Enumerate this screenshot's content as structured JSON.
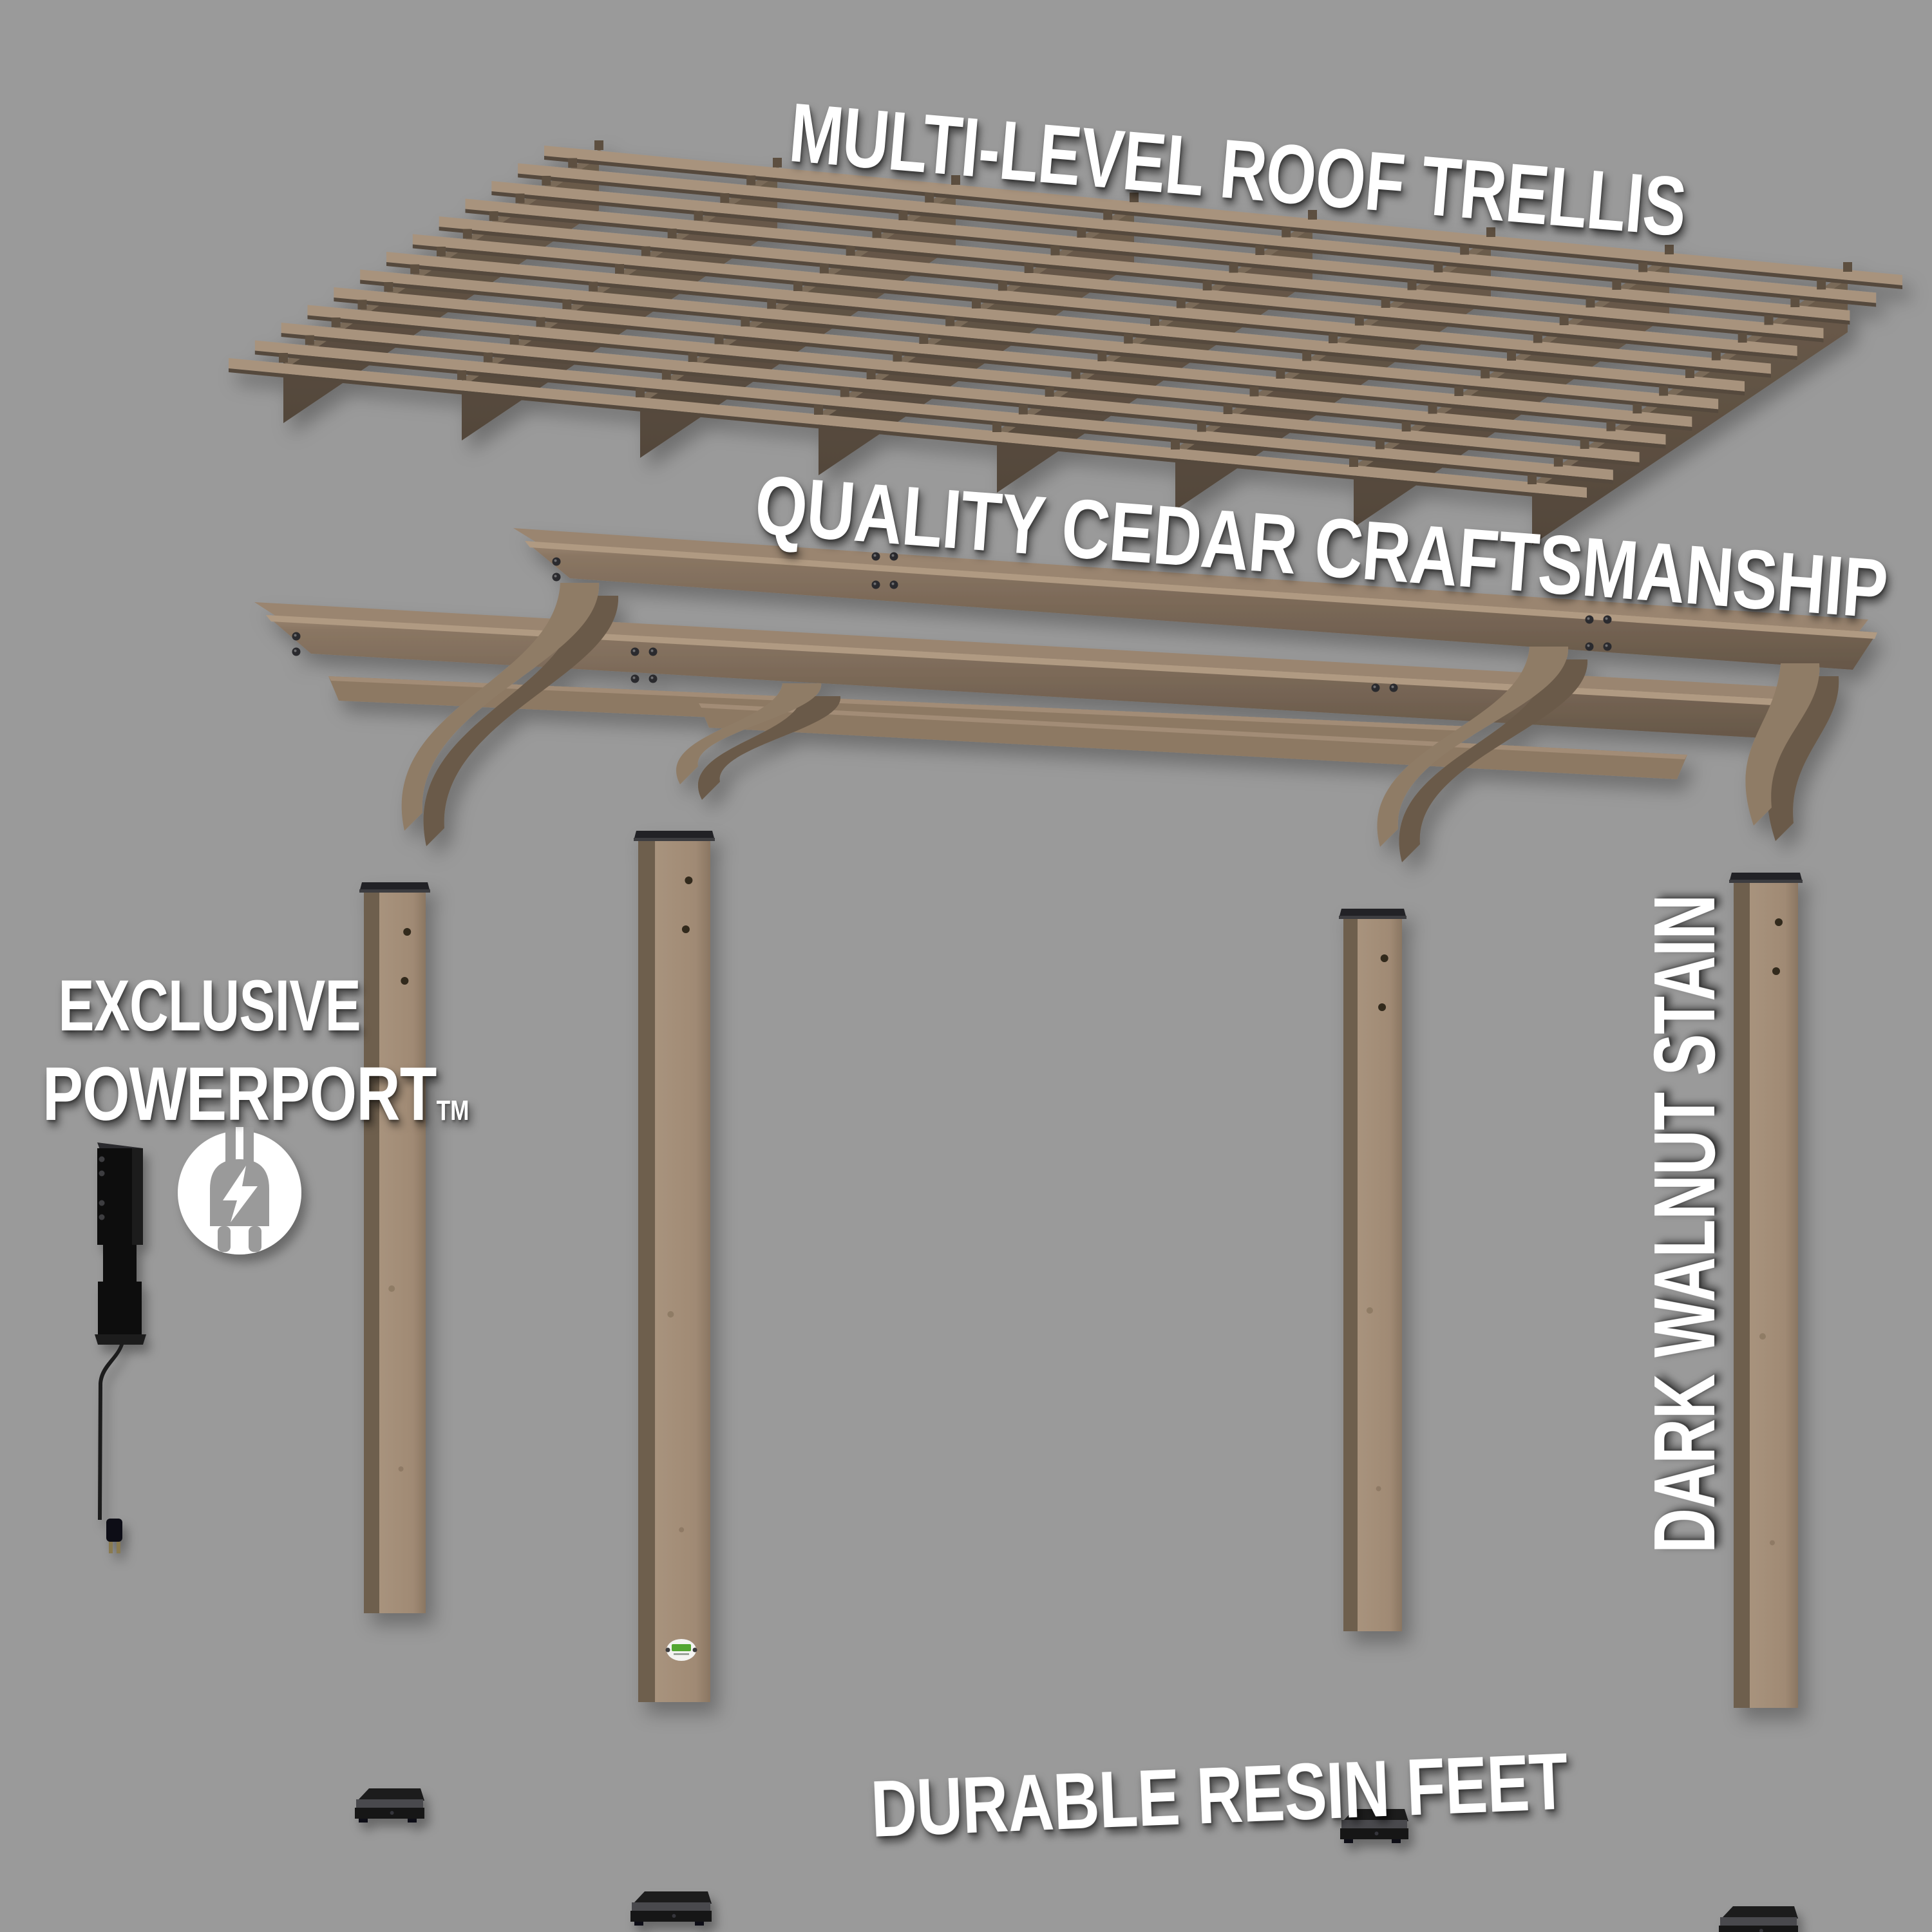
{
  "product_diagram": "exploded-pergola",
  "labels": {
    "roof_trellis": "MULTI-LEVEL ROOF TRELLIS",
    "craftsmanship": "QUALITY CEDAR CRAFTSMANSHIP",
    "powerport_line1": "EXCLUSIVE",
    "powerport_line2": "POWERPORT",
    "powerport_tm": "TM",
    "stain": "DARK WALNUT STAIN",
    "feet": "DURABLE RESIN FEET"
  },
  "icons": {
    "powerport_icon": "plug-lightning-circle-icon",
    "brand_badge": "green-oval-brand-badge"
  },
  "colors": {
    "background": "#9a9a9a",
    "text": "#ffffff",
    "wood_light": "#a8937d",
    "wood_mid": "#8f7b66",
    "wood_dark": "#6b5b4b",
    "wood_deep": "#54473a",
    "beam_face": "#84705d",
    "beam_shadowed": "#4a4036",
    "post_side": "#6e5e4e",
    "cap_dark": "#232325",
    "foot_black": "#1b1b1d",
    "foot_gray": "#4a4a4e",
    "device_black": "#0c0c0e",
    "plug_brass": "#8a7a50",
    "badge_green": "#53a733",
    "badge_white": "#f4f4f2"
  }
}
